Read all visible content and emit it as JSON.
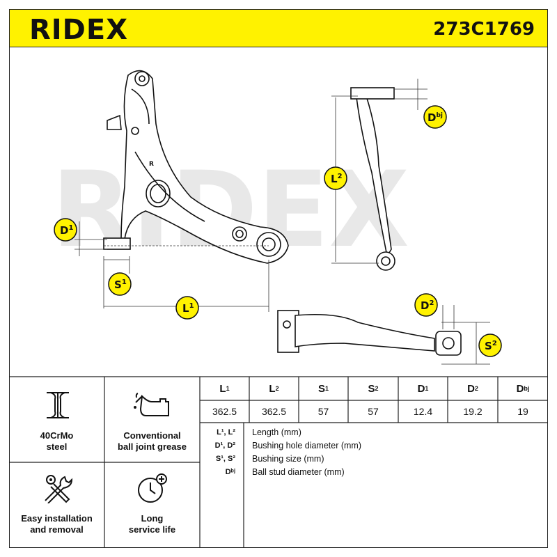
{
  "header": {
    "brand": "RIDEX",
    "part_number": "273C1769"
  },
  "diagram": {
    "arm_mark": "R",
    "watermark": "RIDEX",
    "dimension_badges": [
      {
        "id": "L1",
        "base": "L",
        "sup": "1"
      },
      {
        "id": "L2",
        "base": "L",
        "sup": "2"
      },
      {
        "id": "D1",
        "base": "D",
        "sup": "1"
      },
      {
        "id": "D2",
        "base": "D",
        "sup": "2"
      },
      {
        "id": "S1",
        "base": "S",
        "sup": "1"
      },
      {
        "id": "S2",
        "base": "S",
        "sup": "2"
      },
      {
        "id": "Dbj",
        "base": "D",
        "sup": "bj"
      }
    ]
  },
  "features": [
    {
      "icon": "i-beam-icon",
      "line1": "40CrMo",
      "line2": "steel"
    },
    {
      "icon": "oil-can-icon",
      "line1": "Conventional",
      "line2": "ball joint grease"
    },
    {
      "icon": "tools-icon",
      "line1": "Easy installation",
      "line2": "and removal"
    },
    {
      "icon": "clock-plus-icon",
      "line1": "Long",
      "line2": "service life"
    }
  ],
  "spec_table": {
    "headers": [
      {
        "base": "L",
        "sup": "1"
      },
      {
        "base": "L",
        "sup": "2"
      },
      {
        "base": "S",
        "sup": "1"
      },
      {
        "base": "S",
        "sup": "2"
      },
      {
        "base": "D",
        "sup": "1"
      },
      {
        "base": "D",
        "sup": "2"
      },
      {
        "base": "D",
        "sup": "bj"
      }
    ],
    "values": [
      "362.5",
      "362.5",
      "57",
      "57",
      "12.4",
      "19.2",
      "19"
    ]
  },
  "legend": [
    {
      "key": "L¹, L²",
      "desc": "Length (mm)"
    },
    {
      "key": "D¹, D²",
      "desc": "Bushing hole diameter (mm)"
    },
    {
      "key": "S¹, S²",
      "desc": "Bushing size (mm)"
    },
    {
      "key": "Dᵇʲ",
      "desc": "Ball stud diameter (mm)"
    }
  ],
  "colors": {
    "accent_yellow": "#fff200",
    "line": "#222222",
    "watermark": "#e6e6e6"
  }
}
